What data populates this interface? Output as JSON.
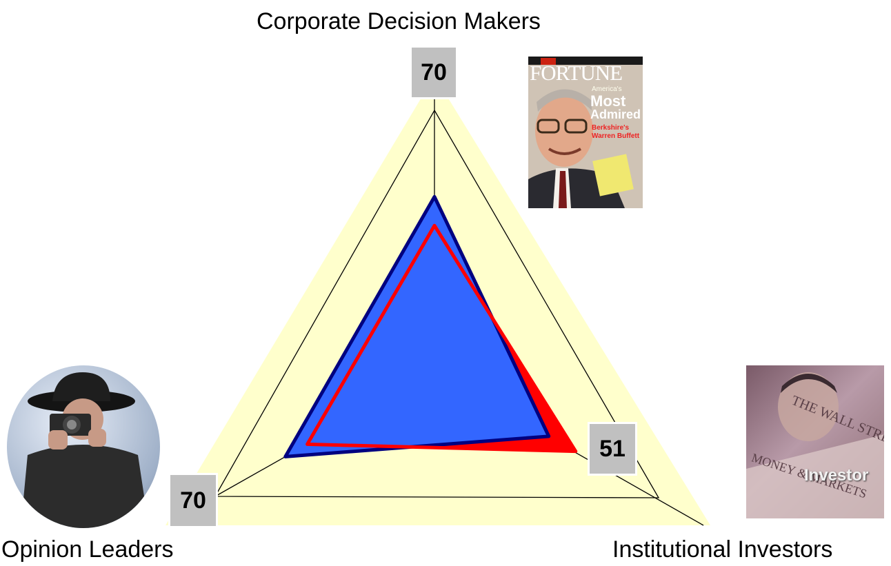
{
  "chart_data": {
    "type": "radar",
    "axes": [
      "Corporate Decision Makers",
      "Institutional Investors",
      "Opinion Leaders"
    ],
    "range": [
      0,
      100
    ],
    "grid_levels": [
      50,
      100
    ],
    "series": [
      {
        "values": [
          67,
          51,
          68
        ],
        "color": "#3366ff",
        "outline": "#000080"
      },
      {
        "values": [
          56,
          63,
          58
        ],
        "color": "#ff0000"
      }
    ],
    "value_labels": [
      "70",
      "51",
      "70"
    ],
    "background_color": "#ffffcc"
  },
  "images": {
    "magazine": {
      "name": "FORTUNE",
      "line1": "America's",
      "line2": "Most",
      "line3": "Admired",
      "line4": "Berkshire's",
      "line5": "Warren Buffett"
    },
    "newspaper": {
      "overlay": "Investor",
      "text1": "THE WALL STREET",
      "text2": "MONEY & MARKETS"
    }
  }
}
